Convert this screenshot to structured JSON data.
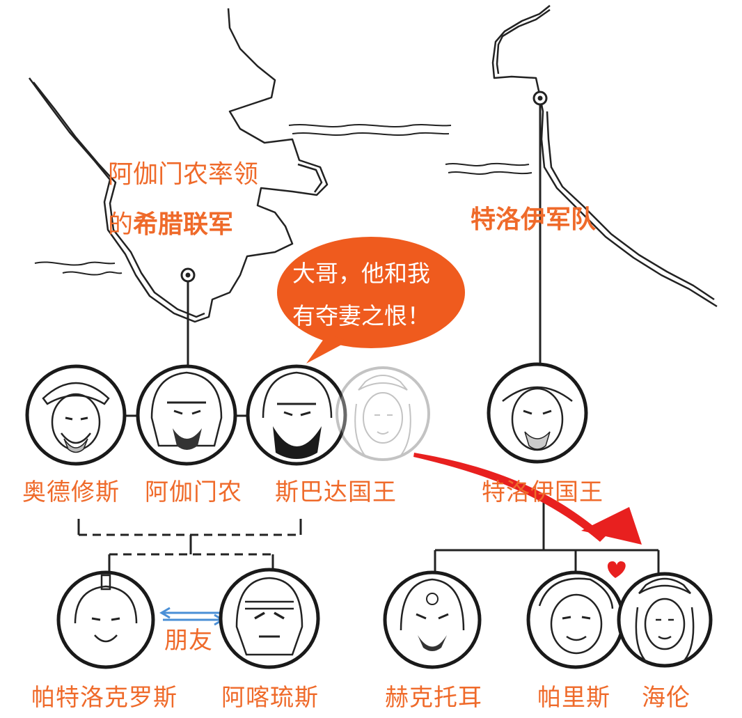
{
  "greek_army": {
    "line1": "阿伽门农率领",
    "line2_prefix": "的",
    "line2_bold": "希腊联军"
  },
  "troy_army": {
    "label": "特洛伊军队"
  },
  "speech_bubble": {
    "line1": "大哥，他和我",
    "line2": "有夺妻之恨！",
    "color": "#ef5b1e"
  },
  "people": {
    "odysseus": "奥德修斯",
    "agamemnon": "阿伽门农",
    "sparta_king": "斯巴达国王",
    "troy_king": "特洛伊国王",
    "patroclus": "帕特洛克罗斯",
    "achilles": "阿喀琉斯",
    "hector": "赫克托耳",
    "paris": "帕里斯",
    "helen": "海伦"
  },
  "relation": {
    "friend": "朋友"
  },
  "colors": {
    "label": "#ef6a2a",
    "arrow": "#e8201f",
    "friend_arrow": "#4a8fd6",
    "heart": "#e8201f"
  }
}
